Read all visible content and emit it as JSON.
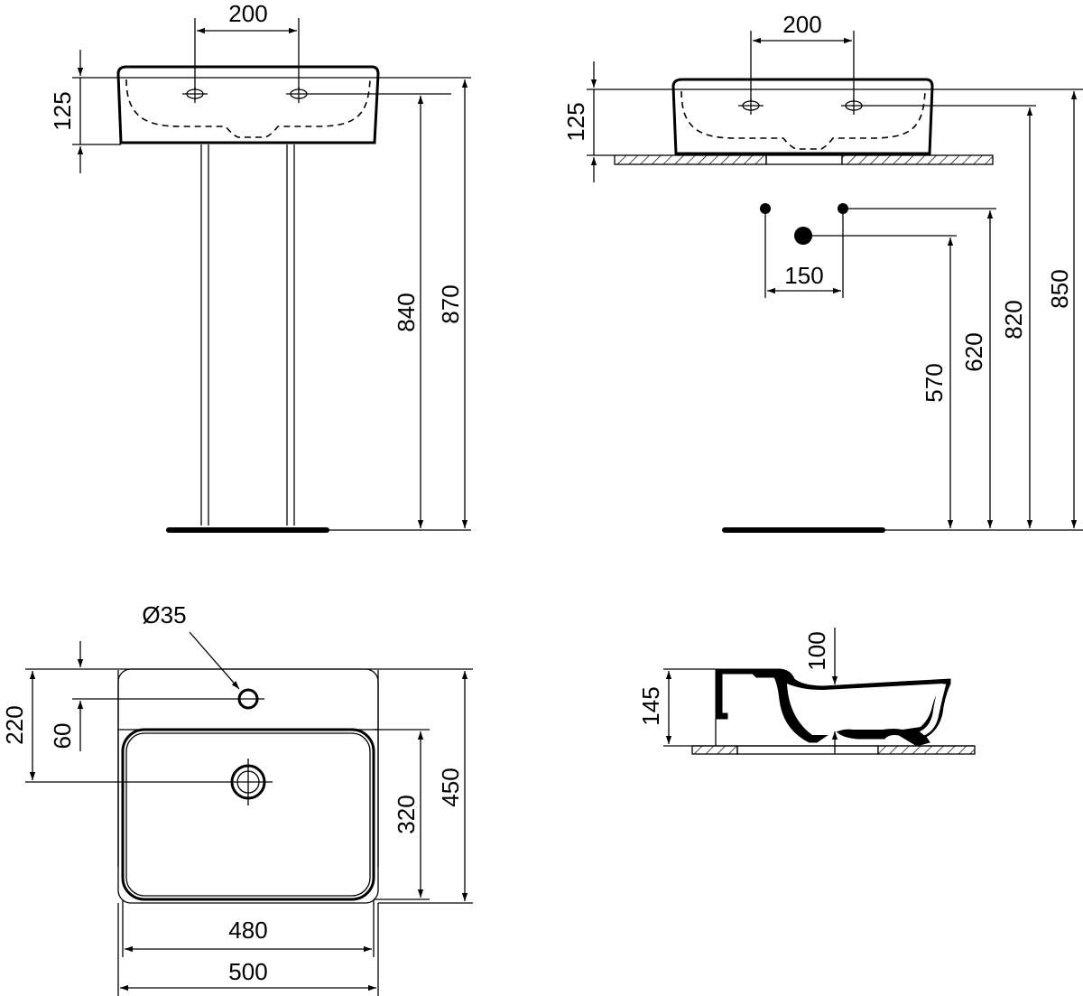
{
  "views": {
    "pedestal_front": {
      "dim_tap_spacing": "200",
      "dim_basin_height": "125",
      "dim_rim_height_inner": "840",
      "dim_rim_height_total": "870"
    },
    "countertop_front": {
      "dim_tap_spacing": "200",
      "dim_basin_height": "125",
      "dim_connection_spacing": "150",
      "dim_waste_height": "570",
      "dim_supply_height": "620",
      "dim_counter_height": "820",
      "dim_rim_height": "850"
    },
    "plan": {
      "dim_tap_hole": "Ø35",
      "dim_waste_offset": "220",
      "dim_tap_offset": "60",
      "dim_bowl_depth": "320",
      "dim_total_depth": "450",
      "dim_bowl_width": "480",
      "dim_total_width": "500"
    },
    "side_section": {
      "dim_overall_height": "145",
      "dim_bowl_depth": "100"
    }
  }
}
